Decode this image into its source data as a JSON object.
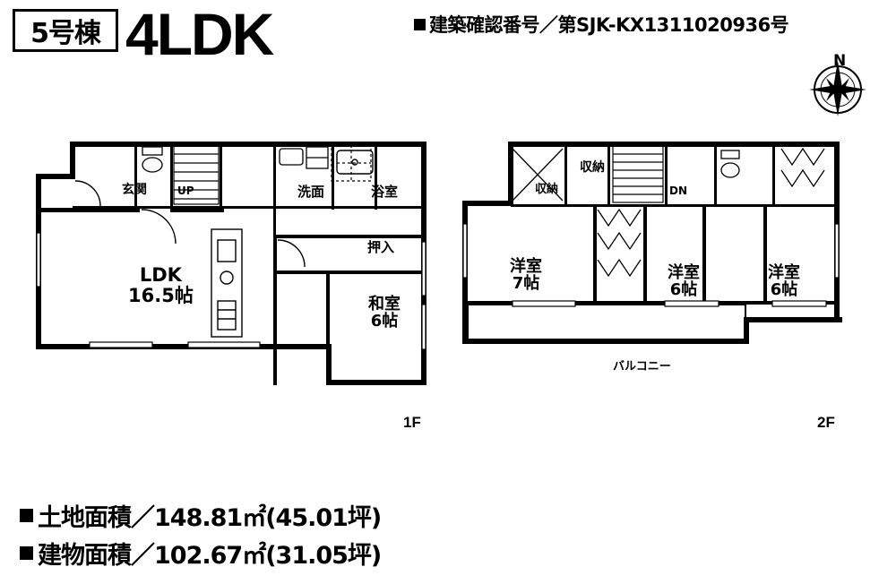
{
  "header": {
    "building_badge": "5号棟",
    "layout_title": "4LDK",
    "permit_label": "建築確認番号／第SJK-KX1311020936号",
    "compass_north": "N"
  },
  "floor1": {
    "tag": "1F",
    "rooms": [
      {
        "name": "玄関",
        "size": ""
      },
      {
        "name": "UP",
        "size": ""
      },
      {
        "name": "洗面",
        "size": ""
      },
      {
        "name": "浴室",
        "size": ""
      },
      {
        "name": "押入",
        "size": ""
      },
      {
        "name": "LDK",
        "size": "16.5帖"
      },
      {
        "name": "和室",
        "size": "6帖"
      }
    ]
  },
  "floor2": {
    "tag": "2F",
    "rooms": [
      {
        "name": "収納",
        "size": ""
      },
      {
        "name": "収納",
        "size": ""
      },
      {
        "name": "DN",
        "size": ""
      },
      {
        "name": "洋室",
        "size": "7帖"
      },
      {
        "name": "洋室",
        "size": "6帖"
      },
      {
        "name": "洋室",
        "size": "6帖"
      },
      {
        "name": "バルコニー",
        "size": ""
      }
    ]
  },
  "footer": {
    "land_area": "土地面積／148.81㎡(45.01坪)",
    "building_area": "建物面積／102.67㎡(31.05坪)"
  }
}
